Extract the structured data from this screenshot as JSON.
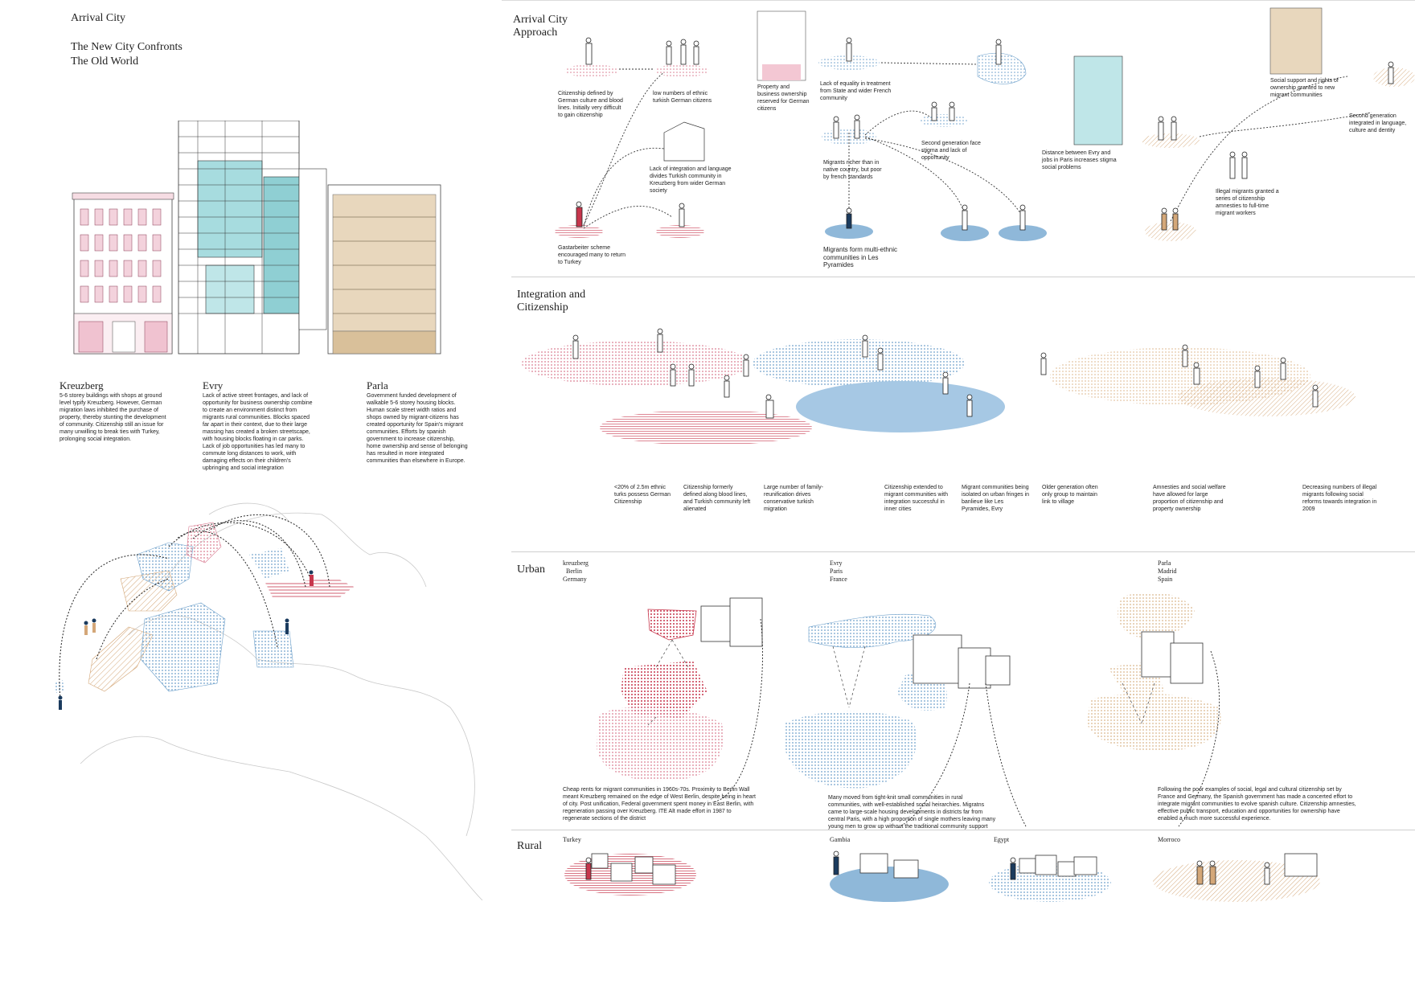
{
  "colors": {
    "pink": "#e9a9b7",
    "red": "#c7364c",
    "blue": "#8fb8d9",
    "tan": "#e3c4a2",
    "teal": "#9fd3d6",
    "ink": "#222222",
    "rule": "#cfcfcf"
  },
  "header": {
    "title": "Arrival City",
    "subtitle_line1": "The New City  Confronts",
    "subtitle_line2": "The Old World"
  },
  "buildings": [
    {
      "name": "Kreuzberg",
      "text": "5-6 storey buildings with shops at ground level typify Kreuzberg. However, German migration laws inhibited the purchase of property, thereby stunting the development of community. Citizenship still an issue for many unwilling to break ties with Turkey, prolonging social integration."
    },
    {
      "name": "Evry",
      "text": "Lack of active street frontages, and lack of opportunity for business ownership combine to create an environment distinct from migrants rural communities. Blocks spaced far apart in their context, due to their large massing has created a broken streetscape, with housing blocks floating in car parks.  Lack of job opportunities has led many to commute long distances to work, with damaging effects on their children's upbringing and social integration"
    },
    {
      "name": "Parla",
      "text": "Government funded development of walkable 5-6 storey housing blocks. Human scale street width ratios and shops owned by migrant-citizens has created opportunity for Spain's migrant communities. Efforts by spanish government to increase citizenship, home ownership and sense of belonging has resulted in more integrated communities than elsewhere in Europe."
    }
  ],
  "approach": {
    "heading_line1": "Arrival City",
    "heading_line2": "Approach",
    "notes": {
      "de_citizenship": "Citizenship defined by German culture and blood lines. Initially very difficult to gain citizenship",
      "de_low": "low numbers of ethnic turkish German citizens",
      "de_property": "Property and business ownership reserved for German citizens",
      "de_integration": "Lack of integration and language divides Turkish community in Kreuzberg from wider German society",
      "de_gast": "Gastarbeiter scheme encouraged many to return to Turkey",
      "fr_equality": "Lack of equality in treatment from State and wider French community",
      "fr_richer": "Migrants richer than in native country, but poor by french standards",
      "fr_second": "Second generation face stigma and lack of opportunity",
      "fr_distance": "Distance between Evry and jobs in Paris increases stigma social problems",
      "fr_multi": "Migrants form multi-ethnic communities in Les Pyramides",
      "es_support": "Social support and rights of ownership granted to new migrant communities",
      "es_second": "Second generation integrated in language, culture and dentity",
      "es_illegal": "Illegal migrants granted a series of citizenship amnesties to full-time migrant workers"
    }
  },
  "integration": {
    "heading_line1": "Integration and",
    "heading_line2": "Citizenship",
    "notes": [
      "<20% of 2.5m ethnic turks possess German Citizenship",
      "Citizenship formerly defined along blood lines, and Turkish community left alienated",
      "Large number of family-reunification drives conservative turkish migration",
      "Citizenship extended to migrant communities with integration successful in inner cities",
      "Migrant communities being isolated on urban fringes in banlieue like Les Pyramides, Evry",
      "Older generation often only group to maintain link to village",
      "Amnesties and social welfare have allowed for large proportion of citizenship and property ownership",
      "Decreasing numbers of illegal migrants following social reforms towards integration in 2009"
    ]
  },
  "urban": {
    "heading": "Urban",
    "places": [
      {
        "l1": "kreuzberg",
        "l2": "Berlin",
        "l3": "Germany"
      },
      {
        "l1": "Evry",
        "l2": "Paris",
        "l3": "France"
      },
      {
        "l1": "Parla",
        "l2": "Madrid",
        "l3": "Spain"
      }
    ],
    "texts": [
      "Cheap rents for migrant communities in 1960s-70s. Proximity to Berlin Wall meant Kreuzberg remained on the edge of West Berlin, despite being in heart of city. Post unification, Federal government spent money in East Berlin, with regeneration passing over Kreuzberg. ITE Alt made effort in 1987 to regenerate sections of the district",
      "Many moved from tight-knit small communities in rural communities, with well-established social heirarchies. Migratns came to large-scale housing developments in districts far from central Paris, with a high proportion of single mothers leaving many young men to grow up without the traditional community support",
      "Following the poor examples of social, legal and cultural citizenship set by France and Germany, the Spanish government has made a concerted effort to integrate migrant communities to evolve spanish culture. Citizenship amnesties, effective public transport, education and opportunities for ownership have enabled a much more successful experience."
    ]
  },
  "rural": {
    "heading": "Rural",
    "places": [
      "Turkey",
      "Gambia",
      "Egypt",
      "Morroco"
    ]
  }
}
